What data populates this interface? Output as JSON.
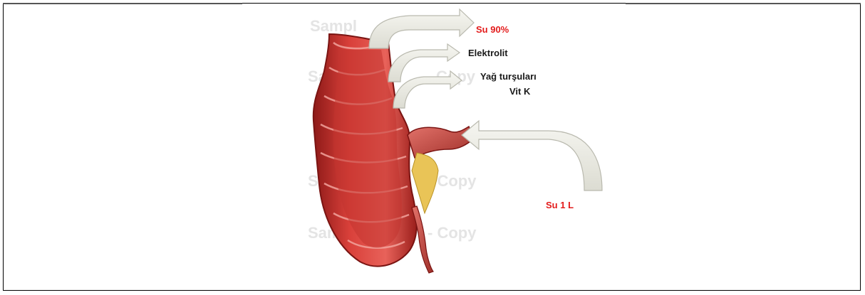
{
  "labels": {
    "water_absorbed": "Su 90%",
    "electrolytes": "Elektrolit",
    "fatty_acids": "Yağ turşuları",
    "vitamin_k": "Vit K",
    "water_input": "Su 1 L"
  },
  "colors": {
    "highlight": "#e31b1b",
    "text": "#1a1a1a",
    "arrow_fill": "#efefe8",
    "colon": "#d9403a"
  },
  "watermark": "Sample Image - Copy"
}
